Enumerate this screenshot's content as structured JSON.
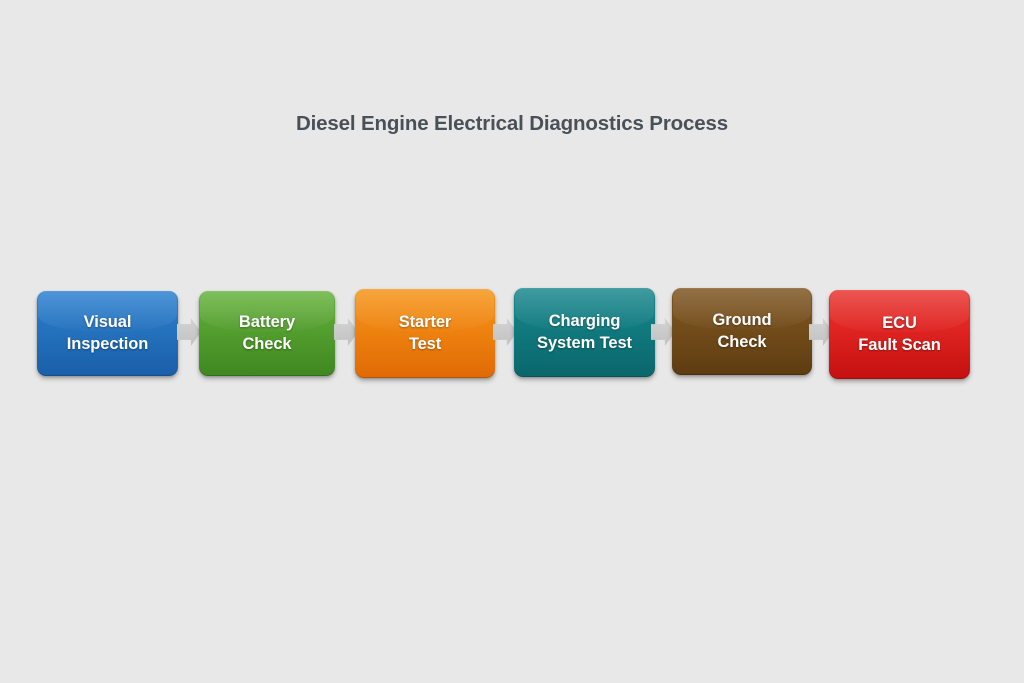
{
  "background_color": "#e8e8e8",
  "title": {
    "text": "Diesel Engine Electrical Diagnostics Process",
    "color": "#4a5058"
  },
  "diagram": {
    "type": "process-flow",
    "direction": "left-to-right",
    "step_count": 6,
    "connector": "right-arrow",
    "connector_color": "#c8c8c8",
    "steps": [
      {
        "index": 1,
        "label": "Visual\nInspection",
        "line1": "Visual",
        "line2": "Inspection",
        "color": "#2573bf",
        "color_name": "blue"
      },
      {
        "index": 2,
        "label": "Battery\nCheck",
        "line1": "Battery",
        "line2": "Check",
        "color": "#55a030",
        "color_name": "green"
      },
      {
        "index": 3,
        "label": "Starter\nTest",
        "line1": "Starter",
        "line2": "Test",
        "color": "#ef8410",
        "color_name": "orange"
      },
      {
        "index": 4,
        "label": "Charging\nSystem Test",
        "line1": "Charging",
        "line2": "System Test",
        "color": "#117b80",
        "color_name": "teal"
      },
      {
        "index": 5,
        "label": "Ground\nCheck",
        "line1": "Ground",
        "line2": "Check",
        "color": "#744d1b",
        "color_name": "brown"
      },
      {
        "index": 6,
        "label": "ECU\nFault Scan",
        "line1": "ECU",
        "line2": "Fault Scan",
        "color": "#e02522",
        "color_name": "red"
      }
    ]
  }
}
